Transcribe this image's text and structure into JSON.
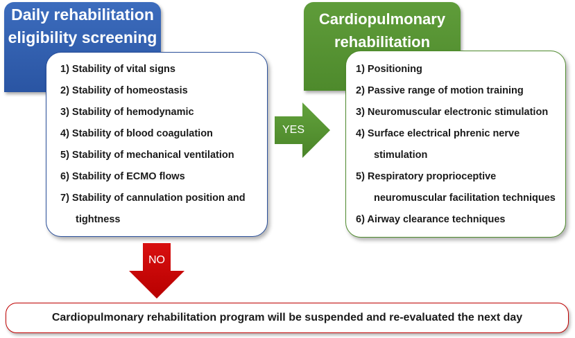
{
  "screening": {
    "title_lines": [
      "Daily rehabilitation",
      "eligibility screening"
    ],
    "items": [
      "1) Stability of vital signs",
      "2) Stability of homeostasis",
      "3) Stability of hemodynamic",
      "4) Stability of blood coagulation",
      "5) Stability of mechanical ventilation",
      "6) Stability of ECMO flows",
      "7) Stability of cannulation position and",
      "tightness"
    ],
    "color": "#2a55a3"
  },
  "rehab": {
    "title_lines": [
      "Cardiopulmonary",
      "rehabilitation"
    ],
    "items": [
      "1) Positioning",
      "2) Passive range of motion training",
      "3) Neuromuscular electronic stimulation",
      "4) Surface electrical phrenic nerve",
      "stimulation",
      "5) Respiratory proprioceptive",
      "neuromuscular facilitation techniques",
      "6) Airway clearance techniques"
    ],
    "color": "#4e8a2c"
  },
  "yes_arrow": {
    "label": "YES",
    "color": "#4e8a2c"
  },
  "no_arrow": {
    "label": "NO",
    "color": "#cc0000"
  },
  "outcome": {
    "text": "Cardiopulmonary rehabilitation program will be suspended and re-evaluated the next day",
    "border_color": "#c00000"
  }
}
